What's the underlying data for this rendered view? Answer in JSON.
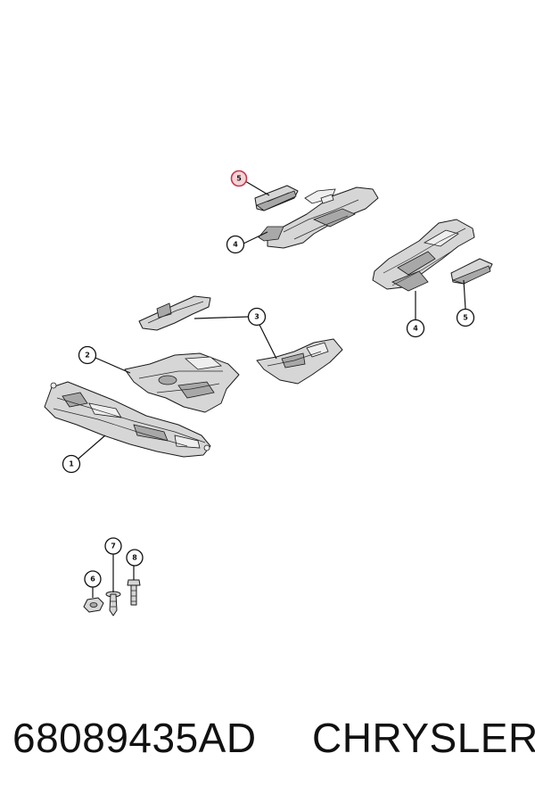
{
  "callouts": {
    "c5_top": "5",
    "c4_top": "4",
    "c4_right": "4",
    "c5_right": "5",
    "c3": "3",
    "c2": "2",
    "c1": "1",
    "c6": "6",
    "c7": "7",
    "c8": "8"
  },
  "footer": {
    "part_number": "68089435AD",
    "brand": "CHRYSLER"
  },
  "colors": {
    "highlight_fill": "#f6d3d8",
    "highlight_stroke": "#c03a4a",
    "line": "#111111"
  }
}
